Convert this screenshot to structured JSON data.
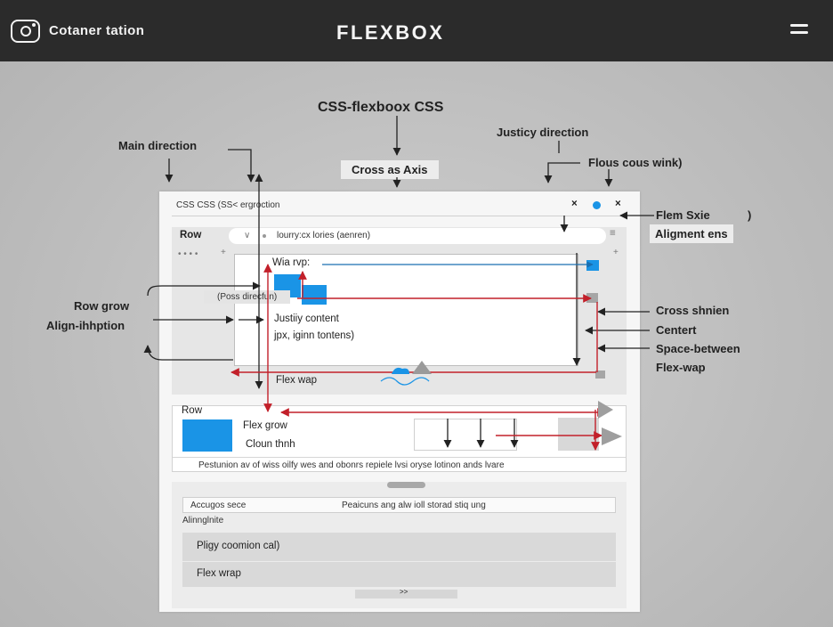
{
  "header": {
    "brand": "Cotaner tation",
    "title": "FLEXBOX"
  },
  "labels": {
    "heading": "CSS-flexboox CSS",
    "main_direction": "Main direction",
    "cross_axis": "Cross as Axis",
    "justify_direction": "Justicy direction",
    "flous": "Flous cous wink)",
    "flem_size": "Flem Sxie",
    "flem_paren": ")",
    "alignments": "Aligment ens",
    "row_grow": "Row grow",
    "align_inhption": "Align-ihhption",
    "cross_shnien": "Cross shnien",
    "centert": "Centert",
    "space_between": "Space-between",
    "flex_wap_right": "Flex-wap"
  },
  "panel": {
    "title": "CSS CSS (SS< ergroction",
    "close_x": "×",
    "close_x2": "×",
    "row_label": "Row",
    "search_text": "lourry:cx lories  (aenren)",
    "search_prefix": "∨",
    "menu_glyph": "≡",
    "dots": "• • • •",
    "plus1": "+",
    "plus2": "+",
    "wia_rvp": "Wia rvp:",
    "poss_direction": "(Poss direcfun)",
    "justify_content": "Justiiy content",
    "jpx": "jpx,  iginn  tontens)",
    "flex_wap": "Flex wap",
    "row2": "Row",
    "flex_grow": "Flex grow",
    "cloun_thnh": "Cloun thnh",
    "description": "Pestunion av of wiss oilfy wes and obonrs repiele lvsi oryse lotinon ands lvare",
    "acc_label": "Accugos sece",
    "acc_value": "Peaicuns ang alw ioll  storad stiq  ung",
    "alingnite": "Alinnglnite",
    "pligy": "Pligy coomion cal)",
    "flex_wrap": "Flex wrap",
    "more": ">>"
  },
  "colors": {
    "accent_blue": "#1a94e6",
    "arrow_red": "#c2202a",
    "header_bg": "#2b2b2b"
  }
}
